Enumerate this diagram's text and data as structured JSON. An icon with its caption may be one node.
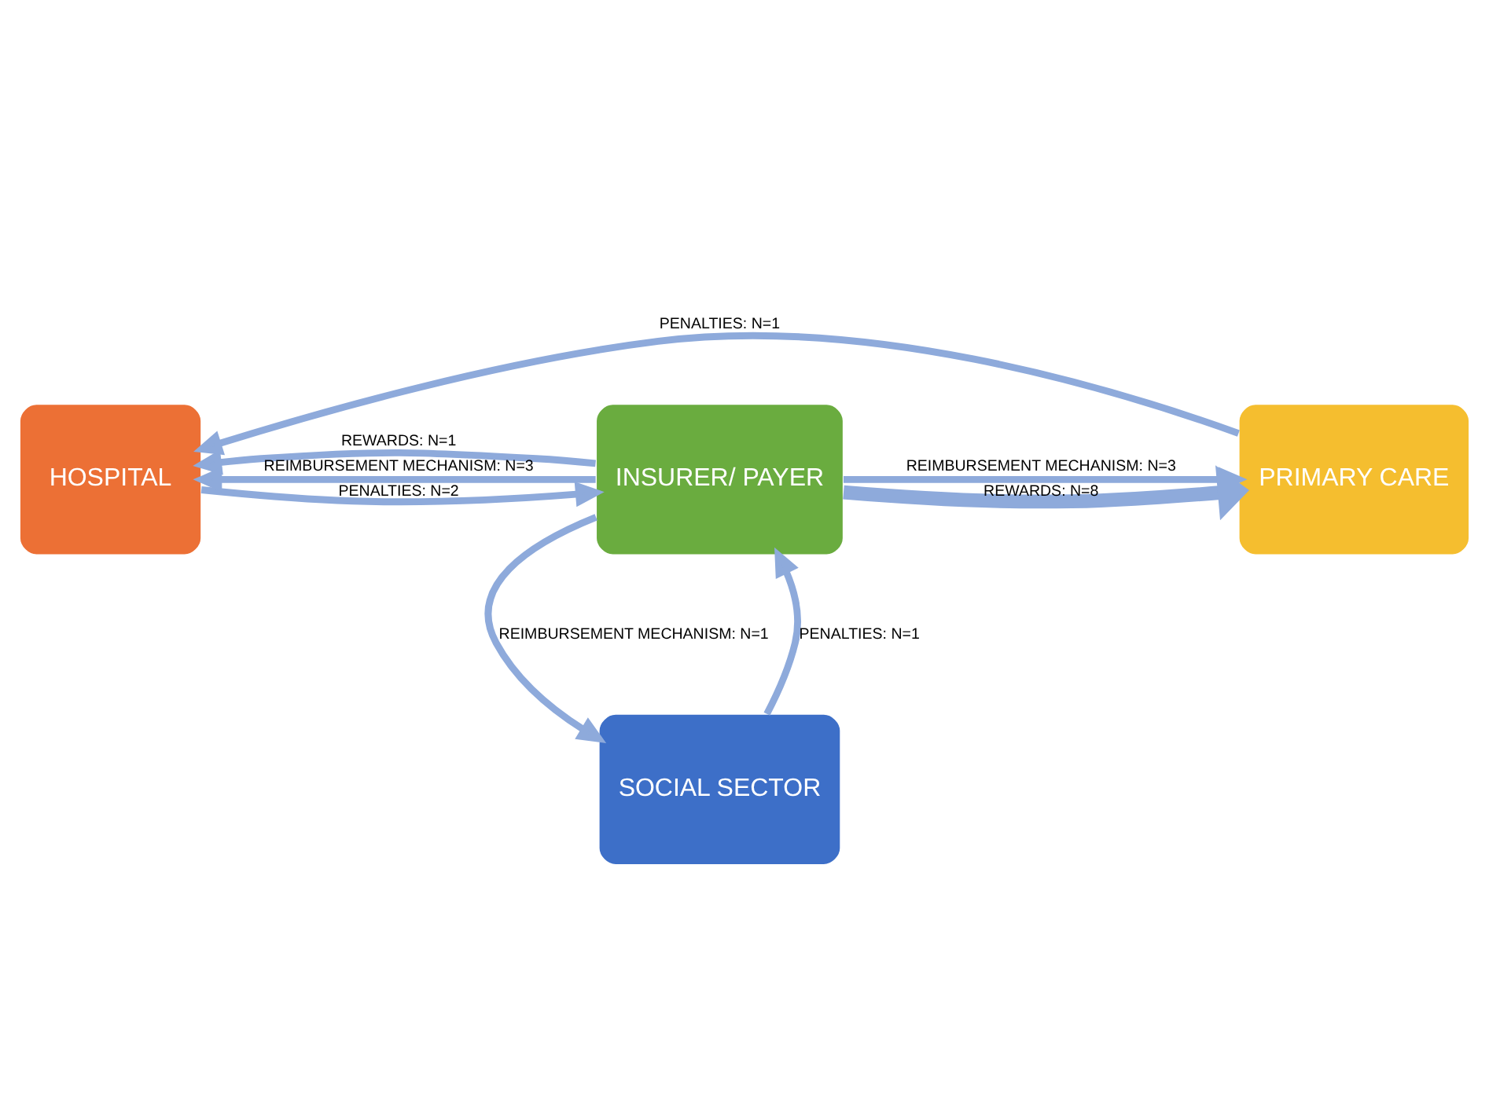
{
  "diagram": {
    "nodes": [
      {
        "text": [
          "HOSPITAL"
        ]
      },
      {
        "text": [
          "INSURER/ PAYER"
        ]
      },
      {
        "text": [
          "PRIMARY CARE"
        ]
      },
      {
        "text": [
          "SOCIAL SECTOR"
        ]
      }
    ],
    "edges": [
      {
        "from": 2,
        "to": 0,
        "arrow": "to",
        "label": "PENALTIES: N=1"
      },
      {
        "from": 0,
        "to": 1,
        "arrow": "to",
        "label": "PENALTIES: N=2"
      },
      {
        "from": 1,
        "to": 0,
        "arrow": "to",
        "label": "REWARDS: N=1"
      },
      {
        "from": 1,
        "to": 0,
        "arrow": "to",
        "label": "REIMBURSEMENT MECHANISM: N=3"
      },
      {
        "from": 1,
        "to": 2,
        "arrow": "to",
        "label": "REIMBURSEMENT MECHANISM: N=3"
      },
      {
        "from": 1,
        "to": 2,
        "arrow": "to",
        "label": "REWARDS: N=8",
        "style": "thick"
      },
      {
        "from": 1,
        "to": 3,
        "arrow": "to",
        "label": "REIMBURSEMENT MECHANISM: N=1"
      },
      {
        "from": 3,
        "to": 1,
        "arrow": "to",
        "label": "PENALTIES: N=1"
      }
    ]
  }
}
